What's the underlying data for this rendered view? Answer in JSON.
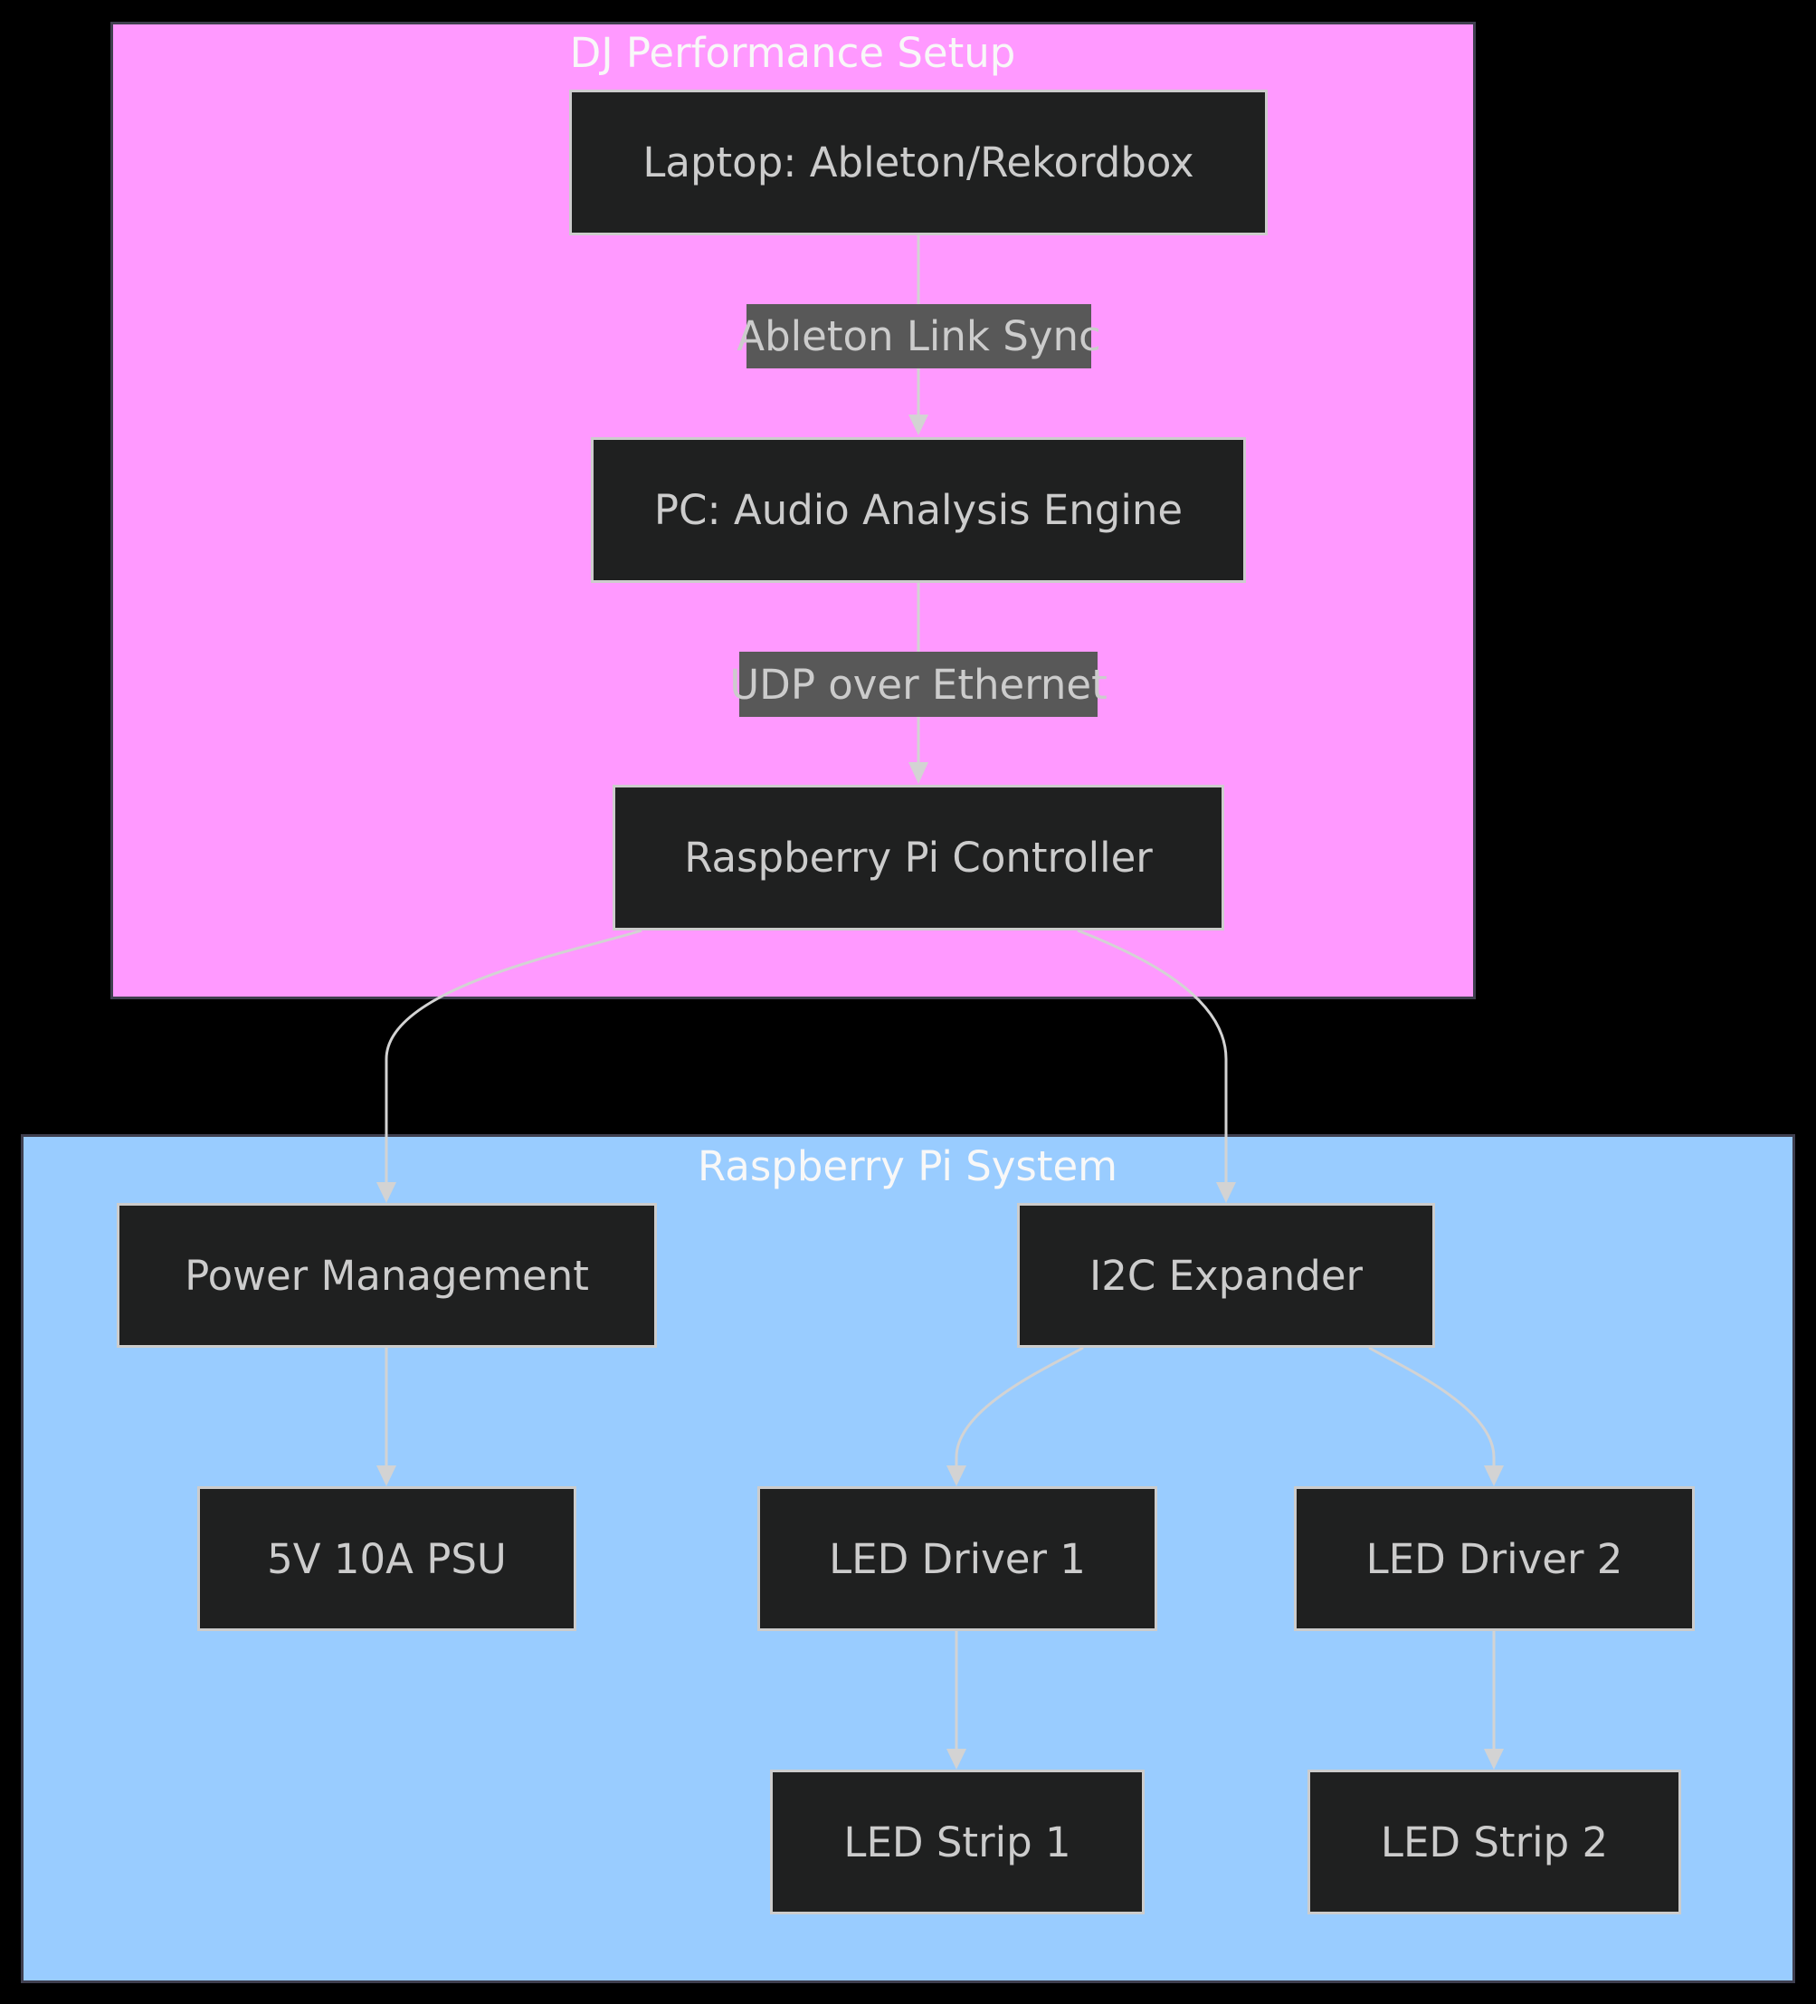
{
  "clusters": {
    "dj": {
      "title": "DJ Performance Setup",
      "fill": "#ff99ff"
    },
    "rpi": {
      "title": "Raspberry Pi System",
      "fill": "#99ccff"
    }
  },
  "nodes": {
    "laptop": "Laptop: Ableton/Rekordbox",
    "pc": "PC: Audio Analysis Engine",
    "rpi_controller": "Raspberry Pi Controller",
    "power": "Power Management",
    "i2c": "I2C Expander",
    "psu": "5V 10A PSU",
    "led_driver_1": "LED Driver 1",
    "led_driver_2": "LED Driver 2",
    "led_strip_1": "LED Strip 1",
    "led_strip_2": "LED Strip 2"
  },
  "edges": [
    {
      "from": "laptop",
      "to": "pc",
      "label": "Ableton Link Sync"
    },
    {
      "from": "pc",
      "to": "rpi_controller",
      "label": "UDP over Ethernet"
    },
    {
      "from": "rpi_controller",
      "to": "power",
      "label": ""
    },
    {
      "from": "rpi_controller",
      "to": "i2c",
      "label": ""
    },
    {
      "from": "power",
      "to": "psu",
      "label": ""
    },
    {
      "from": "i2c",
      "to": "led_driver_1",
      "label": ""
    },
    {
      "from": "i2c",
      "to": "led_driver_2",
      "label": ""
    },
    {
      "from": "led_driver_1",
      "to": "led_strip_1",
      "label": ""
    },
    {
      "from": "led_driver_2",
      "to": "led_strip_2",
      "label": ""
    }
  ],
  "colors": {
    "node_fill": "#1f2020",
    "node_stroke": "#cccccc",
    "edge": "#d3d3d3",
    "edge_label_bg": "#585858",
    "text": "#cccccc"
  }
}
